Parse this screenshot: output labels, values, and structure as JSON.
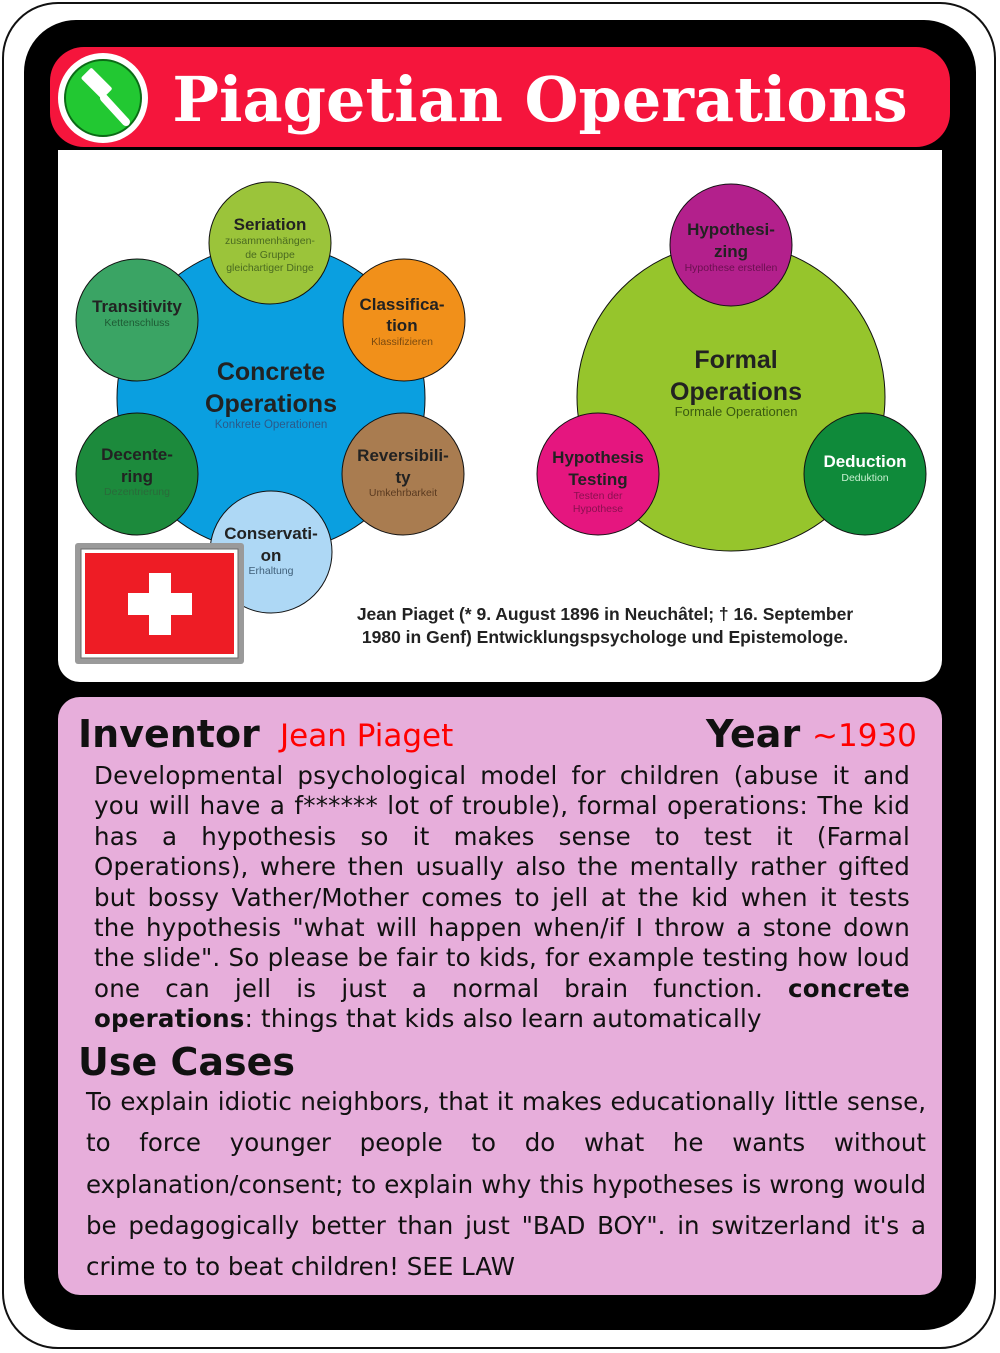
{
  "card": {
    "title": "Piagetian Operations",
    "tool_icon": "hammer-icon",
    "flag_icon": "swiss-flag-icon",
    "accent_color": "#f5153c",
    "tool_badge_color": "#22c832",
    "lower_bg_color": "#e7aedb"
  },
  "concrete": {
    "title_line1": "Concrete",
    "title_line2": "Operations",
    "subtitle": "Konkrete Operationen",
    "color": "#0a9fe0",
    "nodes": [
      {
        "l1": "Seriation",
        "l2": "",
        "s1": "zusammenhängen-",
        "s2": "de Gruppe",
        "s3": "gleichartiger Dinge",
        "color": "#9bc43a"
      },
      {
        "l1": "Classifica-",
        "l2": "tion",
        "s1": "Klassifizieren",
        "s2": "",
        "s3": "",
        "color": "#f1901a"
      },
      {
        "l1": "Reversibili-",
        "l2": "ty",
        "s1": "Umkehrbarkeit",
        "s2": "",
        "s3": "",
        "color": "#a97c50"
      },
      {
        "l1": "Conservati-",
        "l2": "on",
        "s1": "Erhaltung",
        "s2": "",
        "s3": "",
        "color": "#aed8f5"
      },
      {
        "l1": "Decente-",
        "l2": "ring",
        "s1": "Dezentrierung",
        "s2": "",
        "s3": "",
        "color": "#1c8a3c"
      },
      {
        "l1": "Transitivity",
        "l2": "",
        "s1": "Kettenschluss",
        "s2": "",
        "s3": "",
        "color": "#3aa464"
      }
    ]
  },
  "formal": {
    "title_line1": "Formal",
    "title_line2": "Operations",
    "subtitle": "Formale Operationen",
    "color": "#96c52c",
    "nodes": [
      {
        "l1": "Hypothesi-",
        "l2": "zing",
        "s1": "Hypothese erstellen",
        "s2": "",
        "color": "#b3208c"
      },
      {
        "l1": "Hypothesis",
        "l2": "Testing",
        "s1": "Testen der",
        "s2": "Hypothese",
        "color": "#e5167f"
      },
      {
        "l1": "Deduction",
        "l2": "",
        "s1": "Deduktion",
        "s2": "",
        "color": "#0f8a3a"
      }
    ]
  },
  "caption": {
    "line1": "Jean Piaget (* 9. August 1896 in Neuchâtel; † 16. September",
    "line2": "1980 in Genf) Entwicklungspsychologe und Epistemologe."
  },
  "inventor": {
    "label": "Inventor",
    "name": "Jean Piaget"
  },
  "year": {
    "label": "Year",
    "value": "~1930"
  },
  "description": {
    "text_before_bold": "Developmental psychological model for children (abuse it and you will have a f****** lot of trouble), formal operations: The kid has a hypothesis so it makes sense to test it (Farmal Operations), where then usually also the mentally rather gifted but bossy Vather/Mother comes to jell at the kid when it tests the hypothesis \"what will happen when/if I throw a stone down the slide\". So please be fair to kids, for example testing how loud one can jell is just a normal brain function. ",
    "bold": "concrete operations",
    "text_after_bold": ": things that kids also learn automatically"
  },
  "use_cases": {
    "label": "Use Cases",
    "text": "To explain idiotic neighbors, that it makes educationally little sense,  to force younger people to do what he wants without explanation/consent; to explain why this hypotheses is wrong would be pedagogically better than just \"BAD BOY\". in switzerland it's a crime to to beat children! SEE LAW"
  }
}
